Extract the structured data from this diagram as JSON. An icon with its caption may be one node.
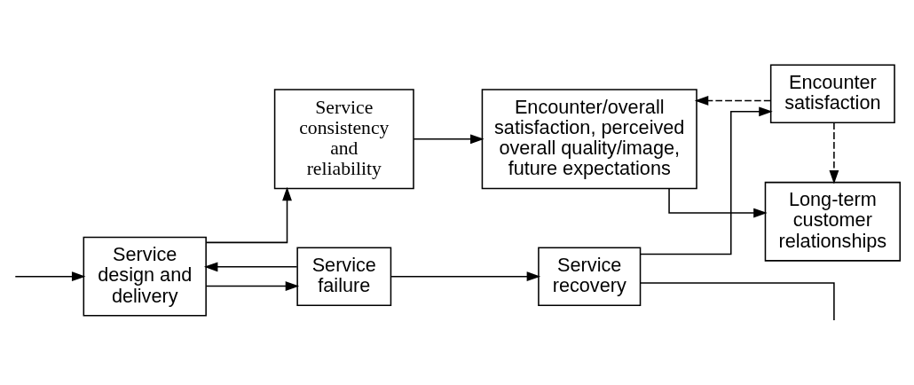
{
  "diagram": {
    "nodes": [
      {
        "text": [
          "Service design and delivery"
        ]
      },
      {
        "text": [
          "Service consistency and reliability"
        ]
      },
      {
        "text": [
          "Encounter/overall satisfaction, perceived overall quality/image, future expectations"
        ]
      },
      {
        "text": [
          "Long-term customer relationships"
        ]
      },
      {
        "text": [
          "Service failure"
        ]
      },
      {
        "text": [
          "Service recovery"
        ]
      },
      {
        "text": [
          "Encounter satisfaction"
        ]
      }
    ],
    "edges": [
      {
        "from": 0,
        "to": 1,
        "arrow": "to"
      },
      {
        "from": 1,
        "to": 2,
        "arrow": "to"
      },
      {
        "from": 2,
        "to": 3,
        "arrow": "to"
      },
      {
        "from": 0,
        "to": 4,
        "arrow": "to"
      },
      {
        "from": 4,
        "to": 0,
        "arrow": "to"
      },
      {
        "from": 4,
        "to": 5,
        "arrow": "to"
      },
      {
        "from": 5,
        "to": 6,
        "arrow": "to"
      },
      {
        "from": 6,
        "to": 2,
        "arrow": "to",
        "style": "dashed"
      },
      {
        "from": 6,
        "to": 3,
        "arrow": "to",
        "style": "dashed"
      },
      {
        "from": null,
        "to": 0,
        "arrow": "to"
      },
      {
        "from": 5,
        "to": null,
        "arrow": "none"
      }
    ]
  }
}
